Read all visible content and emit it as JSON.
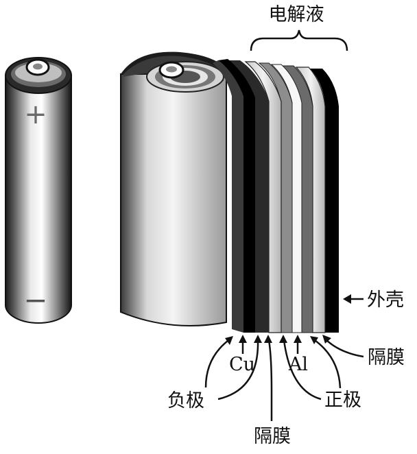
{
  "labels": {
    "electrolyte": "电解液",
    "shell": "外壳",
    "separator_right": "隔膜",
    "separator_bottom": "隔膜",
    "copper": "Cu",
    "aluminum": "Al",
    "negative_electrode": "负极",
    "positive_electrode": "正极"
  },
  "terminals": {
    "plus": "+",
    "minus": "−"
  }
}
